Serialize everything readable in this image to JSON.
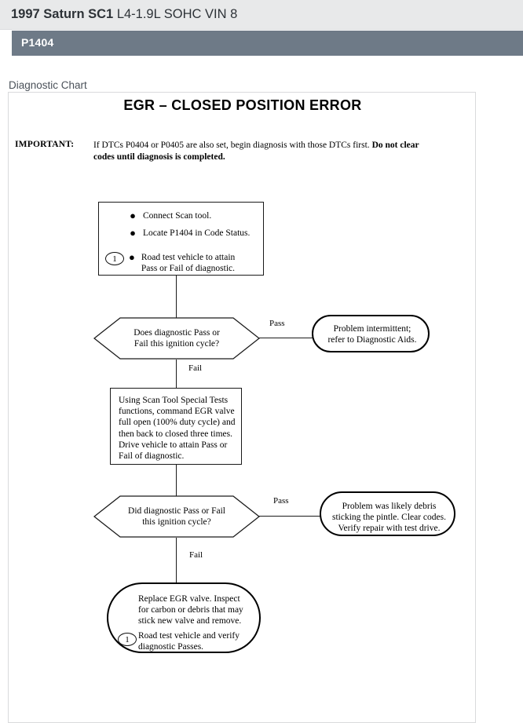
{
  "header": {
    "vehicle_model": "1997 Saturn SC1",
    "vehicle_engine": "L4-1.9L SOHC VIN 8",
    "dtc_code": "P1404",
    "bar_color": "#6e7a87",
    "title_bar_color": "#e8e9ea"
  },
  "section": {
    "caption": "Diagnostic Chart"
  },
  "chart": {
    "title": "EGR – CLOSED POSITION ERROR",
    "important_label": "IMPORTANT:",
    "important_text_part1": "If DTCs P0404 or P0405 are also set, begin diagnosis with those DTCs first. ",
    "important_text_bold": "Do not clear codes until diagnosis is completed.",
    "step1": {
      "marker": "1",
      "bullets": [
        "Connect Scan tool.",
        "Locate P1404 in Code Status.",
        "Road test vehicle to attain Pass or Fail of diagnostic."
      ]
    },
    "decision1": {
      "line1": "Does diagnostic Pass or",
      "line2": "Fail this ignition cycle?",
      "yes_label": "Pass",
      "no_label": "Fail"
    },
    "terminal1": {
      "line1": "Problem intermittent;",
      "line2": "refer  to Diagnostic Aids."
    },
    "step2": {
      "text": "Using Scan Tool Special Tests functions, command EGR valve full open (100% duty cycle) and then back to closed three times. Drive vehicle to attain Pass or Fail of diagnostic."
    },
    "decision2": {
      "line1": "Did diagnostic Pass or Fail",
      "line2": "this ignition cycle?",
      "yes_label": "Pass",
      "no_label": "Fail"
    },
    "terminal2": {
      "line1": "Problem was likely debris",
      "line2": "sticking the pintle. Clear codes.",
      "line3": "Verify repair with test drive."
    },
    "terminal3": {
      "marker": "1",
      "line1": "Replace EGR valve. Inspect",
      "line2": "for carbon or debris that may",
      "line3": "stick new valve and remove.",
      "line4": "Road test vehicle and verify",
      "line5": "diagnostic Passes."
    },
    "bullet_glyph": "●"
  }
}
